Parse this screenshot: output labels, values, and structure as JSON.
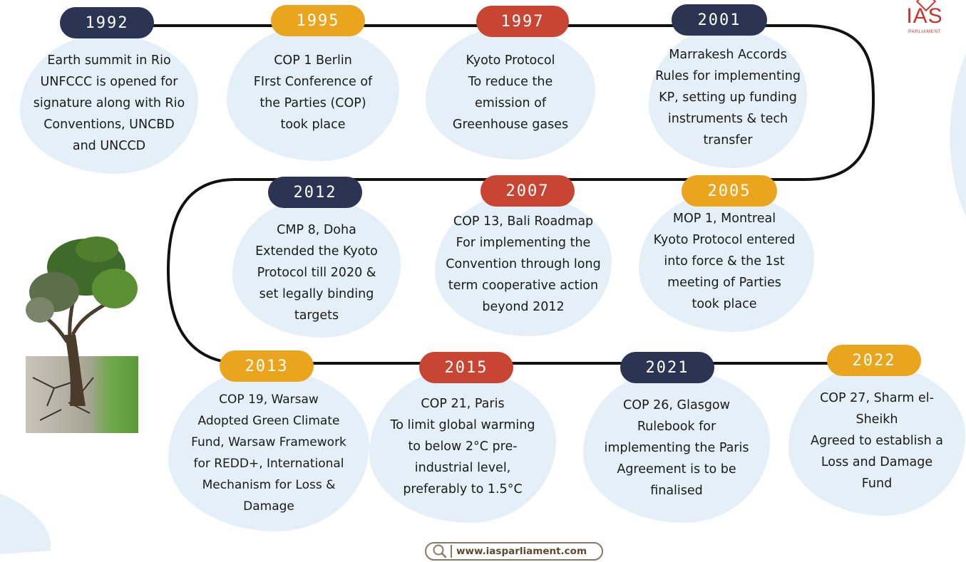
{
  "colors": {
    "navy": "#2b3553",
    "gold": "#eaa51f",
    "red": "#c84533",
    "blob": "#e5eff8",
    "brand_red": "#c8352c"
  },
  "logo": {
    "text": "IAS",
    "subtitle": "PARLIAMENT"
  },
  "footer": {
    "icon": "search-icon",
    "url": "www.iasparliament.com"
  },
  "events": [
    {
      "year": "1992",
      "color": "navy",
      "lines": [
        "Earth summit in Rio",
        "UNFCCC is opened for",
        "signature along with Rio",
        "Conventions, UNCBD",
        "and UNCCD"
      ]
    },
    {
      "year": "1995",
      "color": "gold",
      "lines": [
        "COP 1 Berlin",
        "FIrst Conference of",
        "the Parties (COP)",
        "took place"
      ]
    },
    {
      "year": "1997",
      "color": "red",
      "lines": [
        "Kyoto Protocol",
        "To reduce the",
        "emission of",
        "Greenhouse gases"
      ]
    },
    {
      "year": "2001",
      "color": "navy",
      "lines": [
        "Marrakesh Accords",
        "Rules for implementing",
        "KP, setting up funding",
        "instruments & tech",
        "transfer"
      ]
    },
    {
      "year": "2012",
      "color": "navy",
      "lines": [
        "CMP 8, Doha",
        "Extended the Kyoto",
        "Protocol till 2020 &",
        "set legally binding",
        "targets"
      ]
    },
    {
      "year": "2007",
      "color": "red",
      "lines": [
        "COP 13, Bali Roadmap",
        "For implementing the",
        "Convention through long",
        "term cooperative action",
        "beyond 2012"
      ]
    },
    {
      "year": "2005",
      "color": "gold",
      "lines": [
        "MOP 1, Montreal",
        "Kyoto Protocol entered",
        "into force & the 1st",
        "meeting of Parties",
        "took place"
      ]
    },
    {
      "year": "2013",
      "color": "gold",
      "lines": [
        "COP 19, Warsaw",
        "Adopted Green Climate",
        "Fund, Warsaw Framework",
        "for REDD+, International",
        "Mechanism for Loss &",
        "Damage"
      ]
    },
    {
      "year": "2015",
      "color": "red",
      "lines": [
        "COP 21, Paris",
        "To limit global warming",
        "to below 2°C pre-",
        "industrial level,",
        "preferably to 1.5°C"
      ]
    },
    {
      "year": "2021",
      "color": "navy",
      "lines": [
        "COP 26, Glasgow",
        "Rulebook for",
        "implementing the Paris",
        "Agreement is to be",
        "finalised"
      ]
    },
    {
      "year": "2022",
      "color": "gold",
      "lines": [
        "COP 27, Sharm el-",
        "Sheikh",
        "Agreed to establish a",
        "Loss and Damage",
        "Fund"
      ]
    }
  ]
}
